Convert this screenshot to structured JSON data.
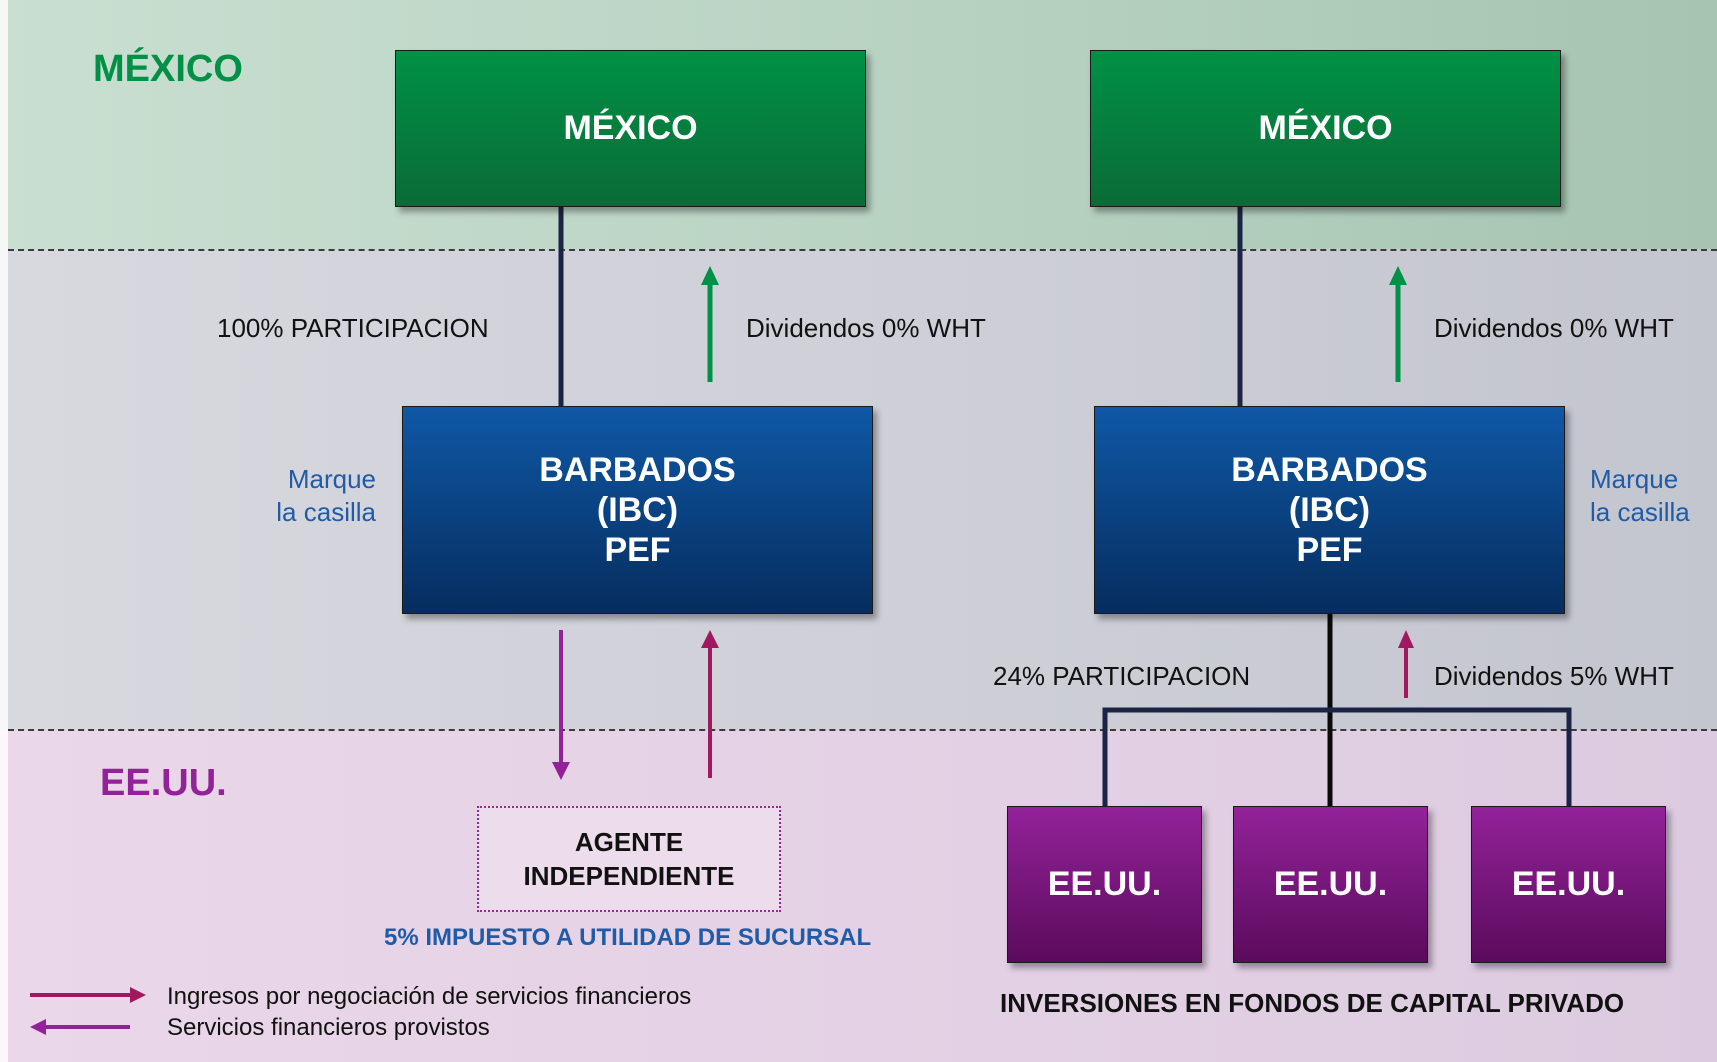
{
  "regions": {
    "top": "MÉXICO",
    "bottom": "EE.UU."
  },
  "colors": {
    "green": "#009146",
    "navy": "#062d5e",
    "purple": "#93229a",
    "magenta": "#a0185f",
    "label_blue": "#1f5ba6"
  },
  "left": {
    "mexico_box": "MÉXICO",
    "barbados_box": [
      "BARBADOS",
      "(IBC)",
      "PEF"
    ],
    "participation_label": "100% PARTICIPACION",
    "dividend_label": "Dividendos 0% WHT",
    "checkbox_label": [
      "Marque",
      "la casilla"
    ],
    "agent_box": [
      "AGENTE",
      "INDEPENDIENTE"
    ],
    "branch_tax_label": "5% IMPUESTO A UTILIDAD DE SUCURSAL"
  },
  "right": {
    "mexico_box": "MÉXICO",
    "barbados_box": [
      "BARBADOS",
      "(IBC)",
      "PEF"
    ],
    "dividend_label": "Dividendos 0% WHT",
    "checkbox_label": [
      "Marque",
      "la casilla"
    ],
    "participation_label": "24% PARTICIPACION",
    "dividend_us_label": "Dividendos 5% WHT",
    "us_boxes": [
      "EE.UU.",
      "EE.UU.",
      "EE.UU."
    ],
    "funds_caption": "INVERSIONES EN FONDOS DE CAPITAL PRIVADO"
  },
  "legend": [
    {
      "label": "Ingresos por negociación de servicios financieros",
      "icon": "arrow-right-icon"
    },
    {
      "label": "Servicios financieros provistos",
      "icon": "arrow-left-icon"
    }
  ]
}
